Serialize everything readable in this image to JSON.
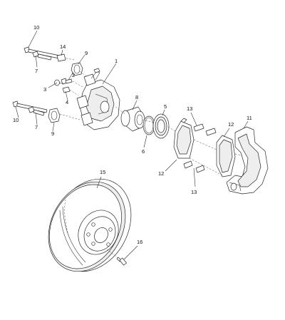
{
  "diagram": {
    "callouts": {
      "c1": "1",
      "c2": "2",
      "c3": "3",
      "c4": "4",
      "c5": "5",
      "c6": "6",
      "c7a": "7",
      "c7b": "7",
      "c8": "8",
      "c9a": "9",
      "c9b": "9",
      "c10a": "10",
      "c10b": "10",
      "c11": "11",
      "c12a": "12",
      "c12b": "12",
      "c13a": "13",
      "c13b": "13",
      "c14": "14",
      "c15": "15",
      "c16": "16"
    }
  }
}
